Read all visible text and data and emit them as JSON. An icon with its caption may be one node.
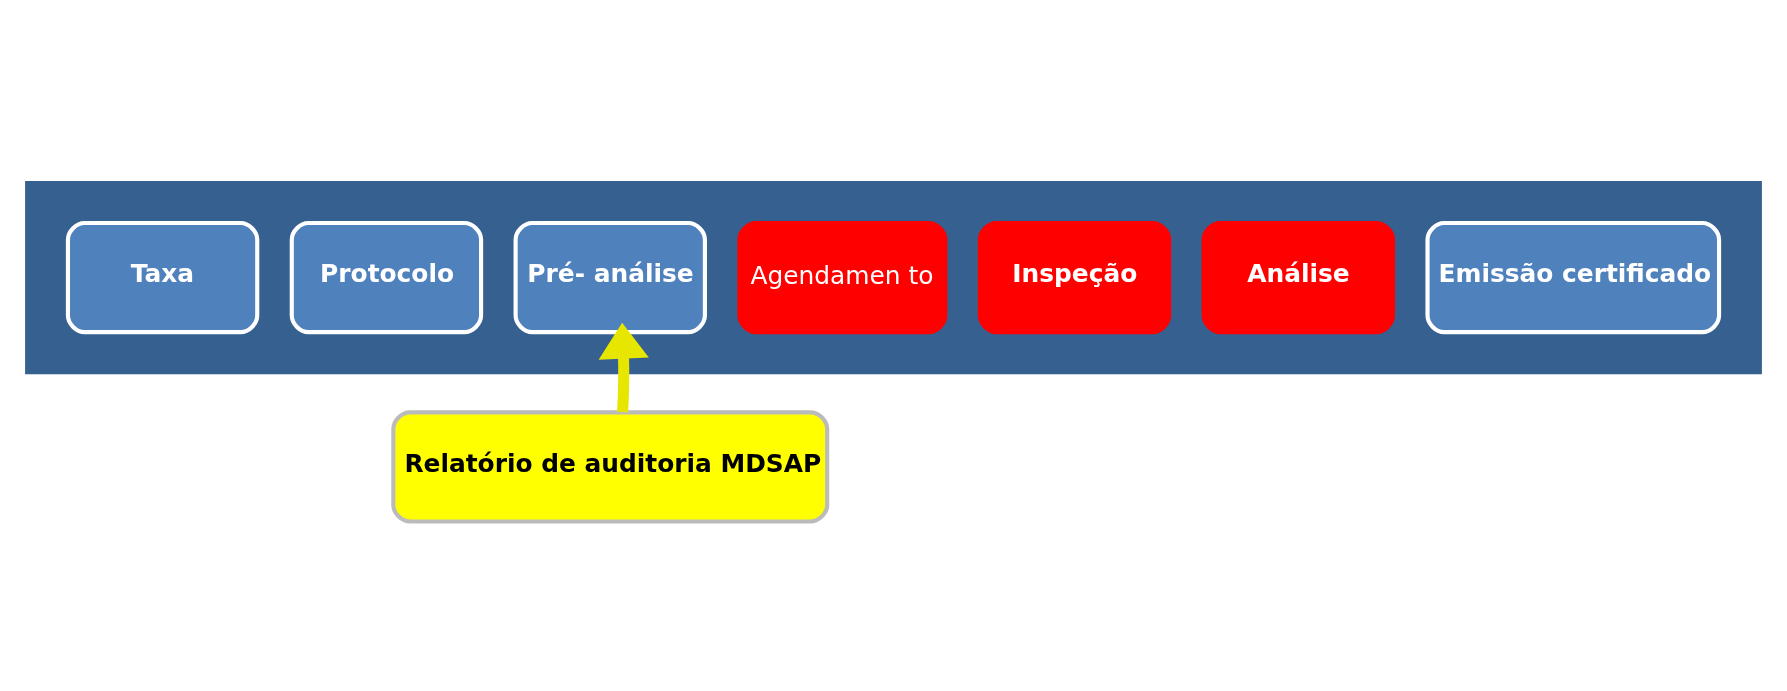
{
  "diagram": {
    "nodes": [
      {
        "text": [],
        "shape": "arrow"
      },
      {
        "text": [
          "Taxa"
        ],
        "in": 0
      },
      {
        "text": [
          "Protocolo"
        ],
        "in": 0
      },
      {
        "text": [
          "Pré- análise"
        ],
        "in": 0
      },
      {
        "text": [
          "Agendamen to"
        ],
        "in": 0
      },
      {
        "text": [
          "Inspeção"
        ],
        "in": 0
      },
      {
        "text": [
          "Análise"
        ],
        "in": 0
      },
      {
        "text": [
          "Emissão certificado"
        ],
        "in": 0
      },
      {
        "text": [
          "Relatório de auditoria MDSAP"
        ]
      }
    ],
    "edges": [
      {
        "from": 8,
        "to": 3,
        "arrow": "to"
      }
    ]
  }
}
